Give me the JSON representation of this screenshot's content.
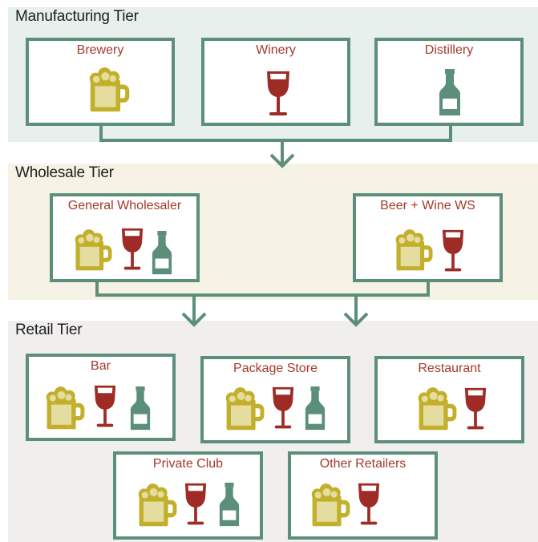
{
  "tiers": {
    "manufacturing": {
      "title": "Manufacturing Tier",
      "bg_color": "#e8f0ee",
      "boxes": {
        "brewery": {
          "label": "Brewery",
          "icons": [
            "beer-mug-icon"
          ]
        },
        "winery": {
          "label": "Winery",
          "icons": [
            "wine-glass-icon"
          ]
        },
        "distillery": {
          "label": "Distillery",
          "icons": [
            "liquor-bottle-icon"
          ]
        }
      }
    },
    "wholesale": {
      "title": "Wholesale Tier",
      "bg_color": "#f6f3e6",
      "boxes": {
        "general": {
          "label": "General Wholesaler",
          "icons": [
            "beer-mug-icon",
            "wine-glass-icon",
            "liquor-bottle-icon"
          ]
        },
        "beer_wine": {
          "label": "Beer + Wine WS",
          "icons": [
            "beer-mug-icon",
            "wine-glass-icon"
          ]
        }
      }
    },
    "retail": {
      "title": "Retail Tier",
      "bg_color": "#f1eeee",
      "boxes": {
        "bar": {
          "label": "Bar",
          "icons": [
            "beer-mug-icon",
            "wine-glass-icon",
            "liquor-bottle-icon"
          ]
        },
        "package_store": {
          "label": "Package Store",
          "icons": [
            "beer-mug-icon",
            "wine-glass-icon",
            "liquor-bottle-icon"
          ]
        },
        "restaurant": {
          "label": "Restaurant",
          "icons": [
            "beer-mug-icon",
            "wine-glass-icon"
          ]
        },
        "private_club": {
          "label": "Private Club",
          "icons": [
            "beer-mug-icon",
            "wine-glass-icon",
            "liquor-bottle-icon"
          ]
        },
        "other_retailers": {
          "label": "Other Retailers",
          "icons": [
            "beer-mug-icon",
            "wine-glass-icon"
          ]
        }
      }
    }
  },
  "colors": {
    "box_border": "#5c8f7a",
    "connector": "#5c8f7a",
    "label_text": "#a33a2a",
    "beer": "#c2b02c",
    "wine": "#9e2b25",
    "bottle": "#5c8f7a"
  }
}
